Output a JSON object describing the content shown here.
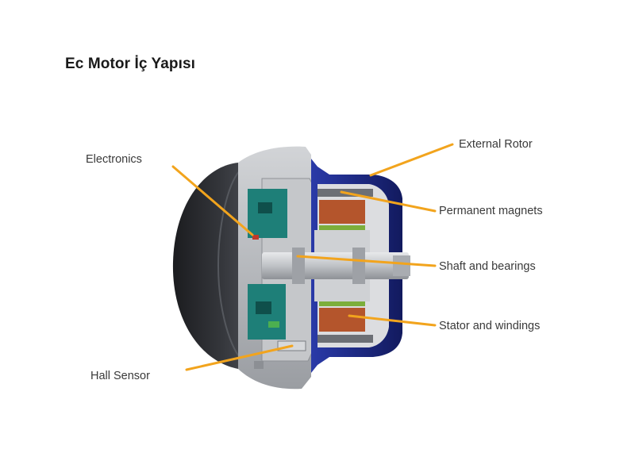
{
  "title": "Ec Motor İç Yapısı",
  "labels": {
    "electronics": "Electronics",
    "external_rotor": "External Rotor",
    "permanent_magnets": "Permanent magnets",
    "shaft_bearings": "Shaft and bearings",
    "stator_windings": "Stator and windings",
    "hall_sensor": "Hall Sensor"
  },
  "colors": {
    "leader": "#f2a41d",
    "housing_gray": "#b9bcc0",
    "housing_dark": "#2e2f33",
    "rotor_blue": "#1f2a8c",
    "winding_copper": "#b4552c",
    "pcb_teal": "#1e7f78",
    "magnet_green": "#7cae3b"
  }
}
